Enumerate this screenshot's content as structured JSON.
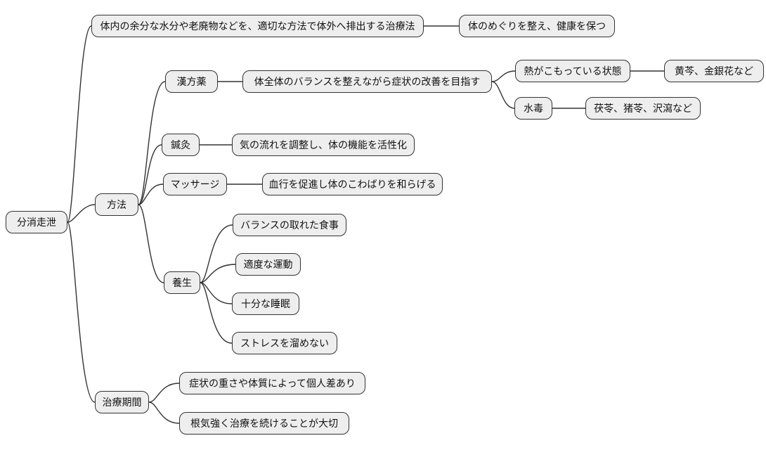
{
  "diagram": {
    "type": "mindmap",
    "style": {
      "node_fill": "#eeeeee",
      "node_border": "#333333",
      "connector_color": "#333333",
      "text_color": "#111111",
      "background": "#ffffff"
    },
    "tree": {
      "label": "分消走泄",
      "children": [
        {
          "label": "体内の余分な水分や老廃物などを、適切な方法で体外へ排出する治療法",
          "children": [
            {
              "label": "体のめぐりを整え、健康を保つ"
            }
          ]
        },
        {
          "label": "方法",
          "children": [
            {
              "label": "漢方薬",
              "children": [
                {
                  "label": "体全体のバランスを整えながら症状の改善を目指す",
                  "children": [
                    {
                      "label": "熱がこもっている状態",
                      "children": [
                        {
                          "label": "黄芩、金銀花など"
                        }
                      ]
                    },
                    {
                      "label": "水毒",
                      "children": [
                        {
                          "label": "茯苓、猪苓、沢瀉など"
                        }
                      ]
                    }
                  ]
                }
              ]
            },
            {
              "label": "鍼灸",
              "children": [
                {
                  "label": "気の流れを調整し、体の機能を活性化"
                }
              ]
            },
            {
              "label": "マッサージ",
              "children": [
                {
                  "label": "血行を促進し体のこわばりを和らげる"
                }
              ]
            },
            {
              "label": "養生",
              "children": [
                {
                  "label": "バランスの取れた食事"
                },
                {
                  "label": "適度な運動"
                },
                {
                  "label": "十分な睡眠"
                },
                {
                  "label": "ストレスを溜めない"
                }
              ]
            }
          ]
        },
        {
          "label": "治療期間",
          "children": [
            {
              "label": "症状の重さや体質によって個人差あり"
            },
            {
              "label": "根気強く治療を続けることが大切"
            }
          ]
        }
      ]
    }
  }
}
